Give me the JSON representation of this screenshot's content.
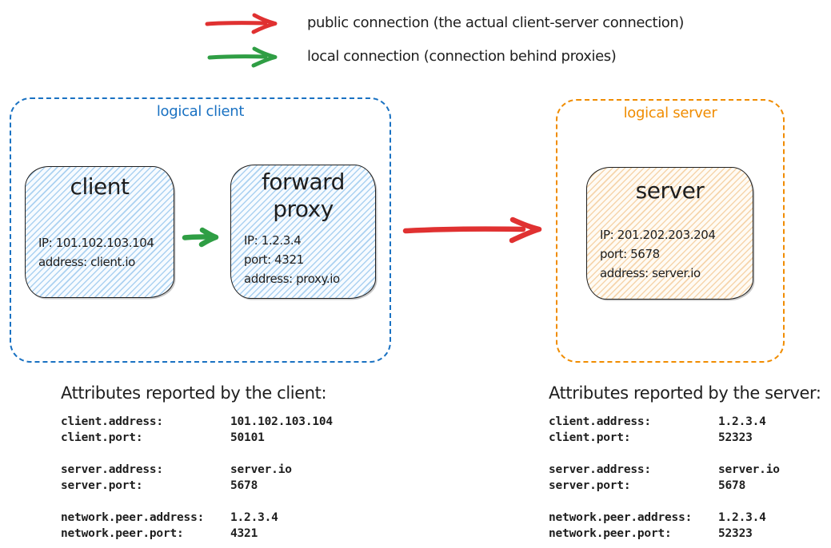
{
  "colors": {
    "red": "#e03131",
    "green": "#2f9e44",
    "blue": "#1971c2",
    "orange": "#f08c00",
    "ink": "#1e1e1e",
    "client_fill": "#d7ebfa",
    "server_fill": "#f9ecd9"
  },
  "legend": [
    {
      "icon": "red-right-arrow",
      "label": "public connection (the actual client-server connection)"
    },
    {
      "icon": "green-right-arrow",
      "label": "local connection (connection behind proxies)"
    }
  ],
  "logical_client": {
    "label": "logical client"
  },
  "logical_server": {
    "label": "logical server"
  },
  "nodes": {
    "client": {
      "title": "client",
      "lines": [
        "IP: 101.102.103.104",
        "address: client.io"
      ]
    },
    "forward_proxy": {
      "title": "forward proxy",
      "lines": [
        "IP: 1.2.3.4",
        "port: 4321",
        "address: proxy.io"
      ]
    },
    "server": {
      "title": "server",
      "lines": [
        "IP: 201.202.203.204",
        "port: 5678",
        "address: server.io"
      ]
    }
  },
  "attributes_client": {
    "title": "Attributes reported by the client:",
    "groups": [
      [
        {
          "key": "client.address:",
          "value": "101.102.103.104"
        },
        {
          "key": "client.port:",
          "value": "50101"
        }
      ],
      [
        {
          "key": "server.address:",
          "value": "server.io"
        },
        {
          "key": "server.port:",
          "value": "5678"
        }
      ],
      [
        {
          "key": "network.peer.address:",
          "value": "1.2.3.4"
        },
        {
          "key": "network.peer.port:",
          "value": "4321"
        }
      ]
    ]
  },
  "attributes_server": {
    "title": "Attributes reported by the server:",
    "groups": [
      [
        {
          "key": "client.address:",
          "value": "1.2.3.4"
        },
        {
          "key": "client.port:",
          "value": "52323"
        }
      ],
      [
        {
          "key": "server.address:",
          "value": "server.io"
        },
        {
          "key": "server.port:",
          "value": "5678"
        }
      ],
      [
        {
          "key": "network.peer.address:",
          "value": "1.2.3.4"
        },
        {
          "key": "network.peer.port:",
          "value": "52323"
        }
      ]
    ]
  }
}
